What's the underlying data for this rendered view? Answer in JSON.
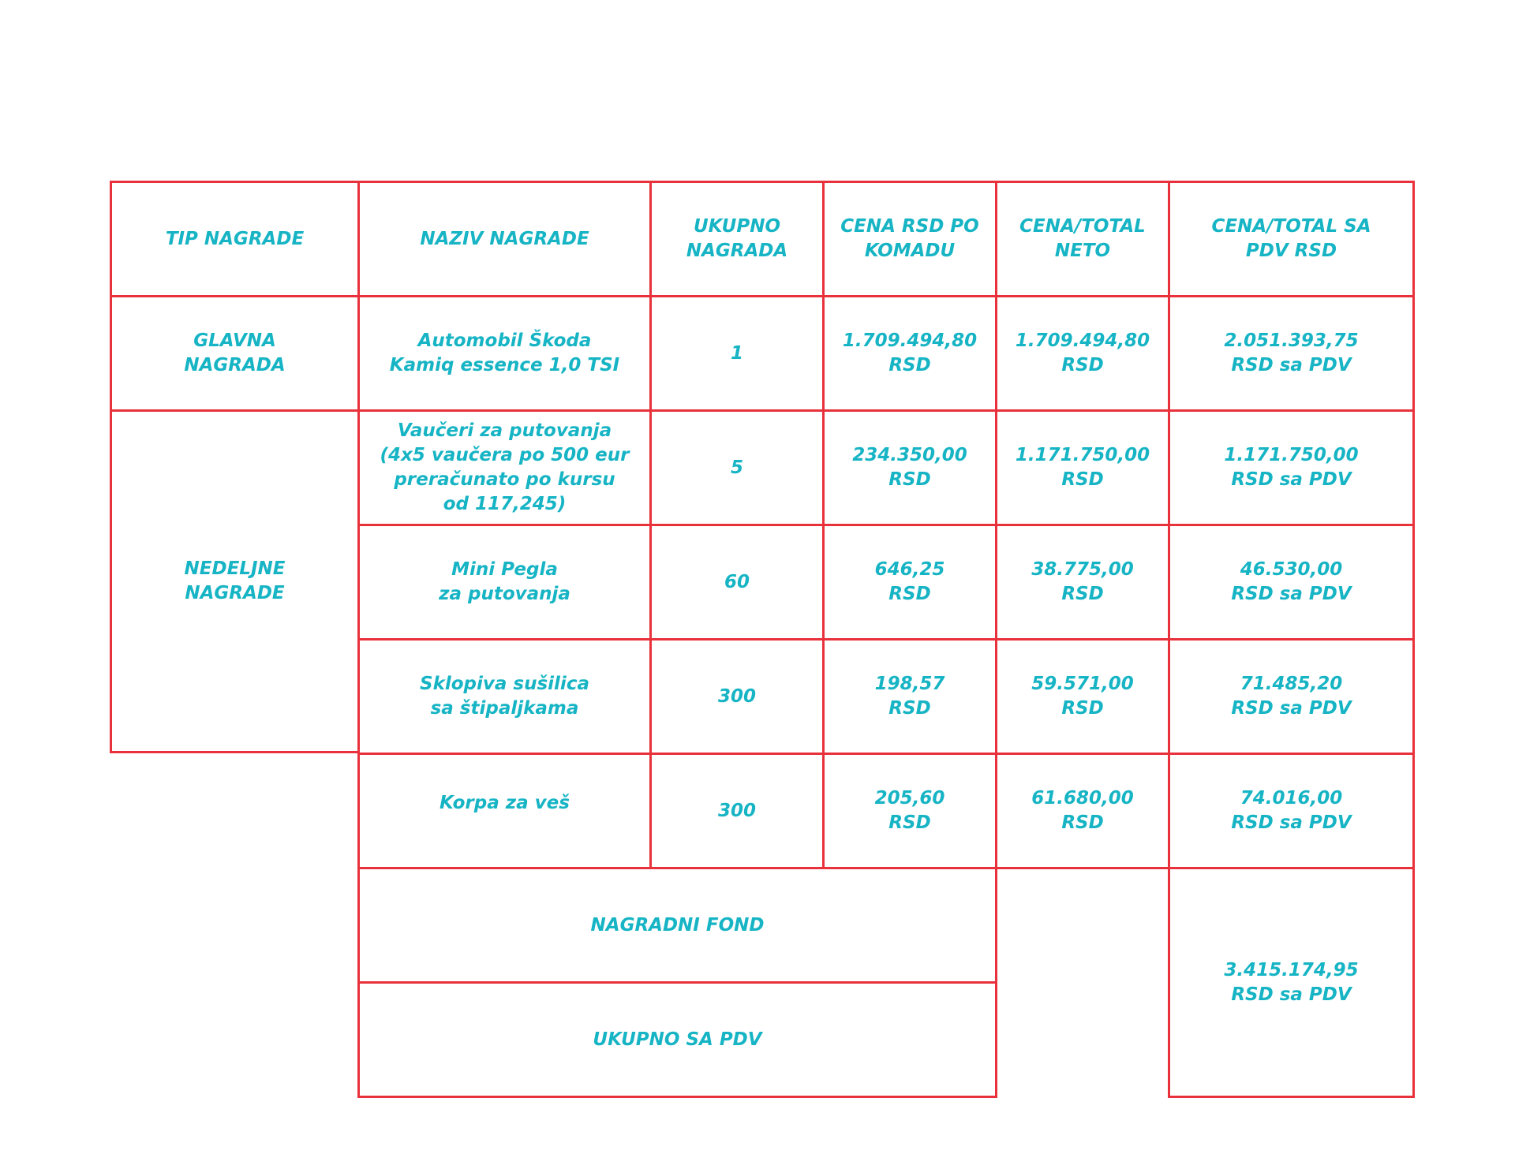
{
  "header": {
    "tip_nagrade": "TIP NAGRADE",
    "naziv_nagrade": "NAZIV NAGRADE",
    "ukupno_nagrada": "UKUPNO\nNAGRADA",
    "cena_po_komadu": "CENA RSD PO\nKOMADU",
    "cena_total_neto": "CENA/TOTAL\nNETO",
    "cena_total_pdv": "CENA/TOTAL SA\nPDV RSD"
  },
  "groups": {
    "glavna": "GLAVNA\nNAGRADA",
    "nedeljne": "NEDELJNE\nNAGRADE"
  },
  "rows": [
    {
      "naziv": "Automobil Škoda\nKamiq essence 1,0 TSI",
      "ukupno": "1",
      "cena_komad": "1.709.494,80\nRSD",
      "neto": "1.709.494,80\nRSD",
      "pdv": "2.051.393,75\nRSD sa PDV"
    },
    {
      "naziv": "Vaučeri za putovanja\n(4x5 vaučera po 500 eur\npreračunato po kursu\nod 117,245)",
      "ukupno": "5",
      "cena_komad": "234.350,00\nRSD",
      "neto": "1.171.750,00\nRSD",
      "pdv": "1.171.750,00\nRSD sa PDV"
    },
    {
      "naziv": "Mini Pegla\nza putovanja",
      "ukupno": "60",
      "cena_komad": "646,25\nRSD",
      "neto": "38.775,00\nRSD",
      "pdv": "46.530,00\nRSD sa PDV"
    },
    {
      "naziv": "Sklopiva sušilica\nsa štipaljkama",
      "ukupno": "300",
      "cena_komad": "198,57\nRSD",
      "neto": "59.571,00\nRSD",
      "pdv": "71.485,20\nRSD sa PDV"
    },
    {
      "naziv": "Korpa za veš",
      "ukupno": "300",
      "cena_komad": "205,60\nRSD",
      "neto": "61.680,00\nRSD",
      "pdv": "74.016,00\nRSD sa PDV"
    }
  ],
  "footer": {
    "nagradni_fond": "NAGRADNI FOND",
    "ukupno_sa_pdv": "UKUPNO SA PDV",
    "total": "3.415.174,95\nRSD sa PDV"
  },
  "colors": {
    "border": "#e8313b",
    "text": "#16b4c4"
  }
}
